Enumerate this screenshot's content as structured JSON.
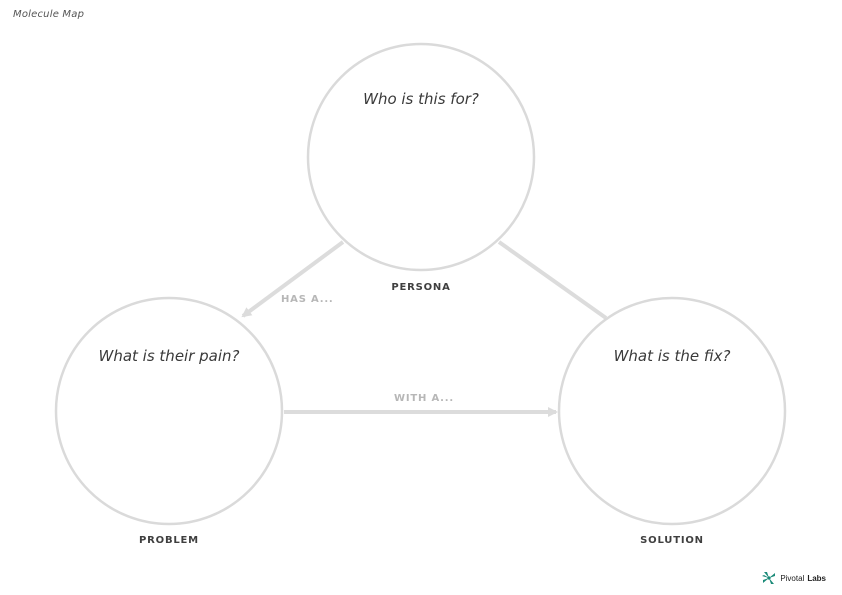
{
  "title": "Molecule Map",
  "nodes": {
    "persona": {
      "question": "Who is this for?",
      "label": "PERSONA"
    },
    "problem": {
      "question": "What is their pain?",
      "label": "PROBLEM"
    },
    "solution": {
      "question": "What is the fix?",
      "label": "SOLUTION"
    }
  },
  "edges": {
    "persona_problem": "HAS A...",
    "problem_solution": "WITH A..."
  },
  "brand": {
    "name": "Pivotal",
    "suffix": "Labs",
    "logo_color": "#1a8a78"
  },
  "colors": {
    "circle_stroke": "#dadada",
    "connector": "#dcdcdc"
  }
}
